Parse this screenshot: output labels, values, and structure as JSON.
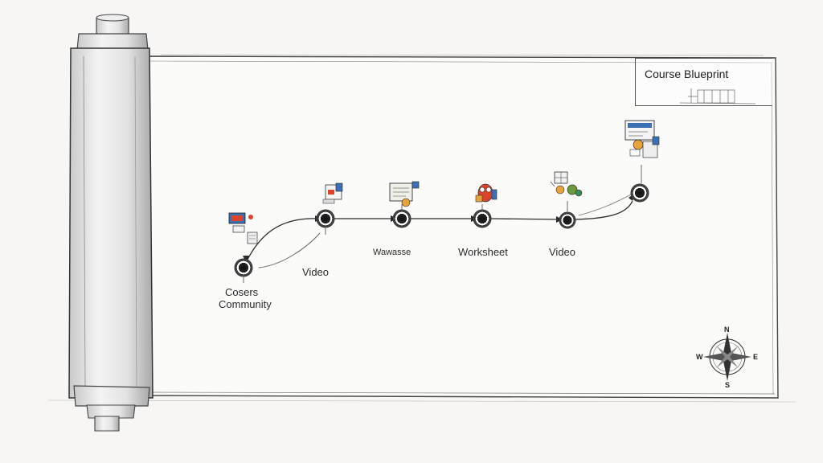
{
  "title": "Course Blueprint",
  "steps": [
    {
      "label": "Cosers Community",
      "label_line1": "Cosers",
      "label_line2": "Community",
      "icon": "community-computer-icon"
    },
    {
      "label": "Video",
      "icon": "video-document-icon"
    },
    {
      "label": "Wawasse",
      "icon": "document-reading-icon"
    },
    {
      "label": "Worksheet",
      "icon": "worksheet-owl-icon"
    },
    {
      "label": "Video",
      "icon": "video-puzzle-icon"
    },
    {
      "label": "",
      "icon": "certificate-screen-icon"
    }
  ],
  "compass": {
    "n": "N",
    "e": "E",
    "s": "S",
    "w": "W"
  },
  "colors": {
    "ink": "#2b2b2b",
    "paper": "#fbfbfa",
    "accent_red": "#d9442b",
    "accent_blue": "#3b6fb6",
    "accent_orange": "#e8a23a",
    "accent_green": "#6a9a3a"
  }
}
